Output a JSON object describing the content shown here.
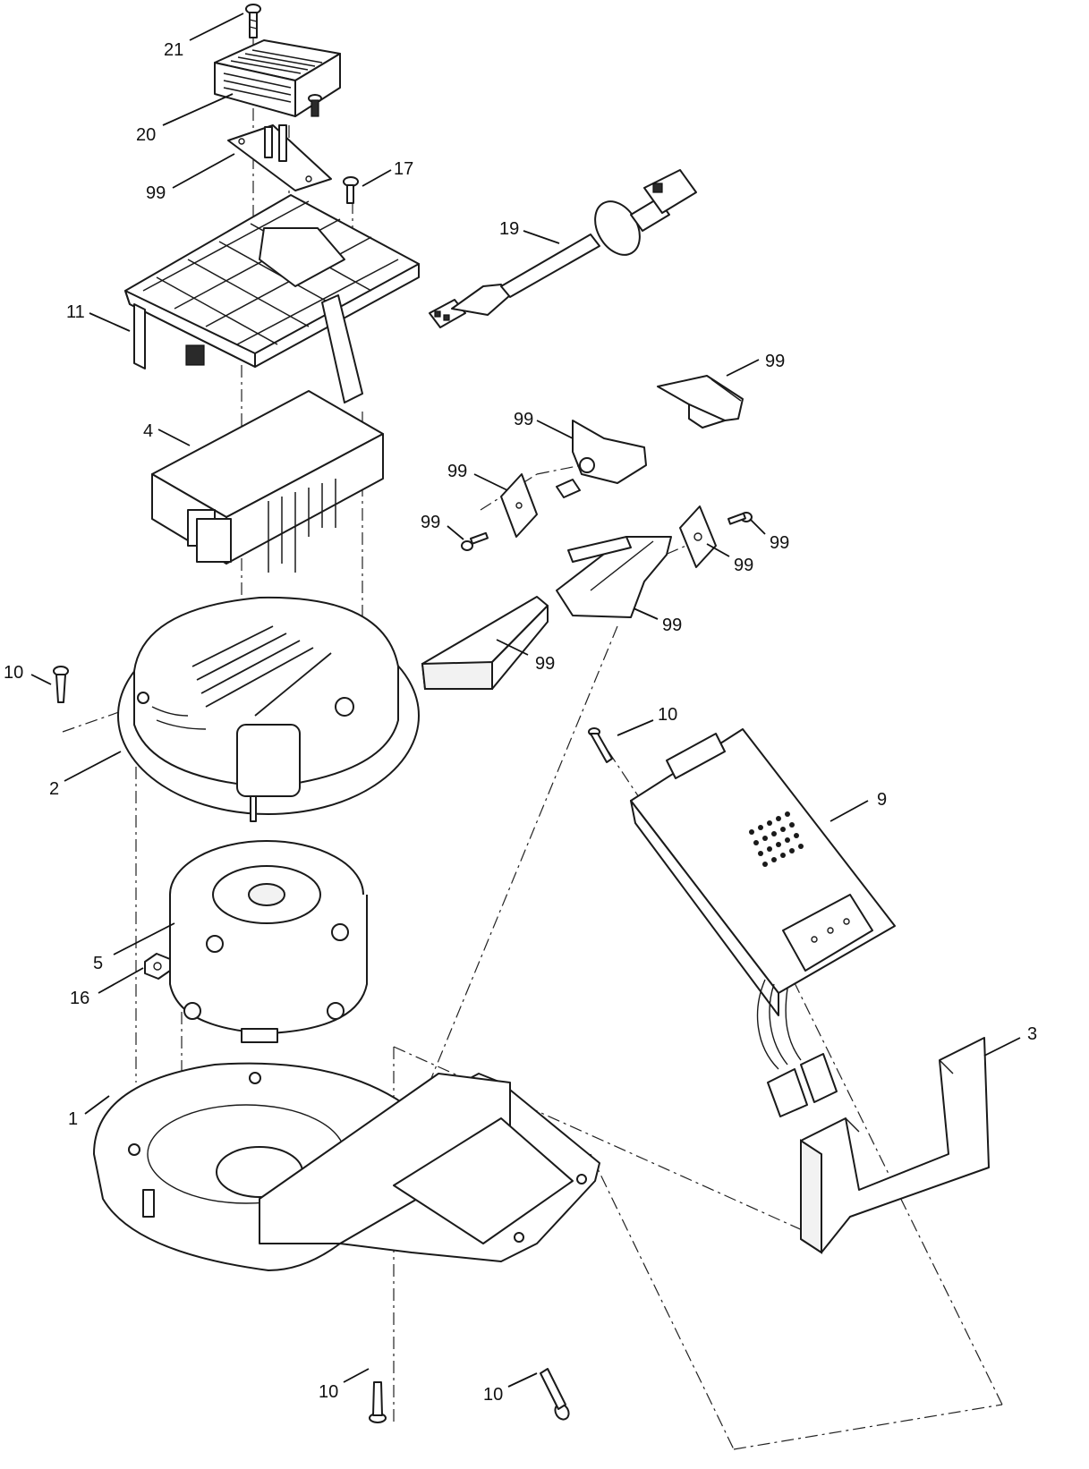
{
  "callouts": {
    "c21": "21",
    "c20": "20",
    "c99_bracket_top": "99",
    "c17": "17",
    "c19": "19",
    "c11": "11",
    "c99_clip": "99",
    "c99_latch": "99",
    "c4": "4",
    "c99_plate_left": "99",
    "c99_screw_left": "99",
    "c99_screw_right": "99",
    "c99_plate_right": "99",
    "c99_chute": "99",
    "c99_cover": "99",
    "c10_left": "10",
    "c10_pin": "10",
    "c2": "2",
    "c9": "9",
    "c5": "5",
    "c16": "16",
    "c3": "3",
    "c1": "1",
    "c10_bottom_left": "10",
    "c10_bottom_right": "10"
  }
}
